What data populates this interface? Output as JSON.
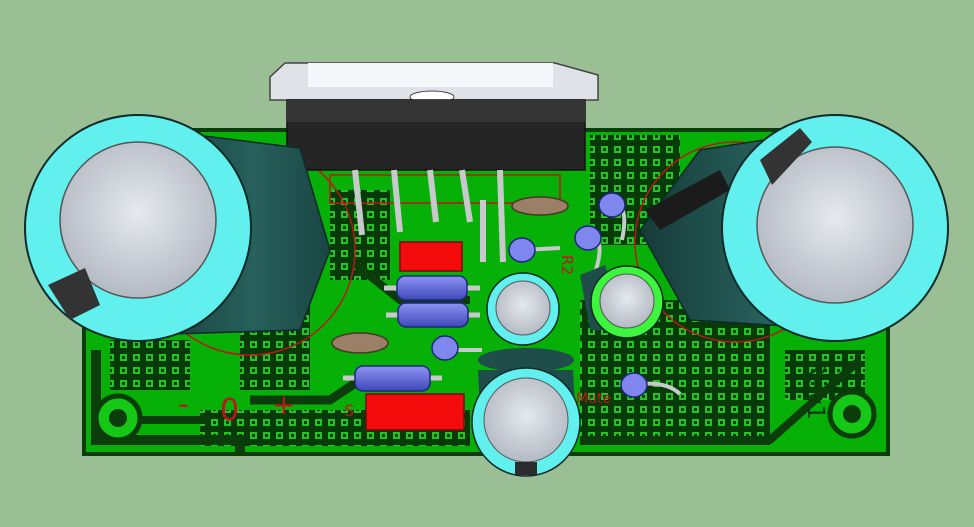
{
  "scene": {
    "background_color": "#9bbf94",
    "pcb_color": "#06b006",
    "pcb_dark_color": "#0a3d0a",
    "silkscreen_color": "#c0141a",
    "capacitor_sleeve_color": "#62f0ef",
    "capacitor_body_color": "#1e4d4a",
    "capacitor_top_color": "#c9ced6",
    "resistor_body_color": "#5f68e0",
    "box_capacitor_color": "#f40c0c"
  },
  "labels": {
    "minus": "-",
    "zero": "0",
    "plus": "+",
    "mute": "Mute",
    "rev": "Rev1",
    "r2": "R2",
    "s": "S"
  },
  "components": {
    "ic": "amplifier-ic",
    "electrolytic_capacitors": 4,
    "resistors": 4,
    "ceramic_capacitors": 2,
    "box_capacitors": 2
  }
}
